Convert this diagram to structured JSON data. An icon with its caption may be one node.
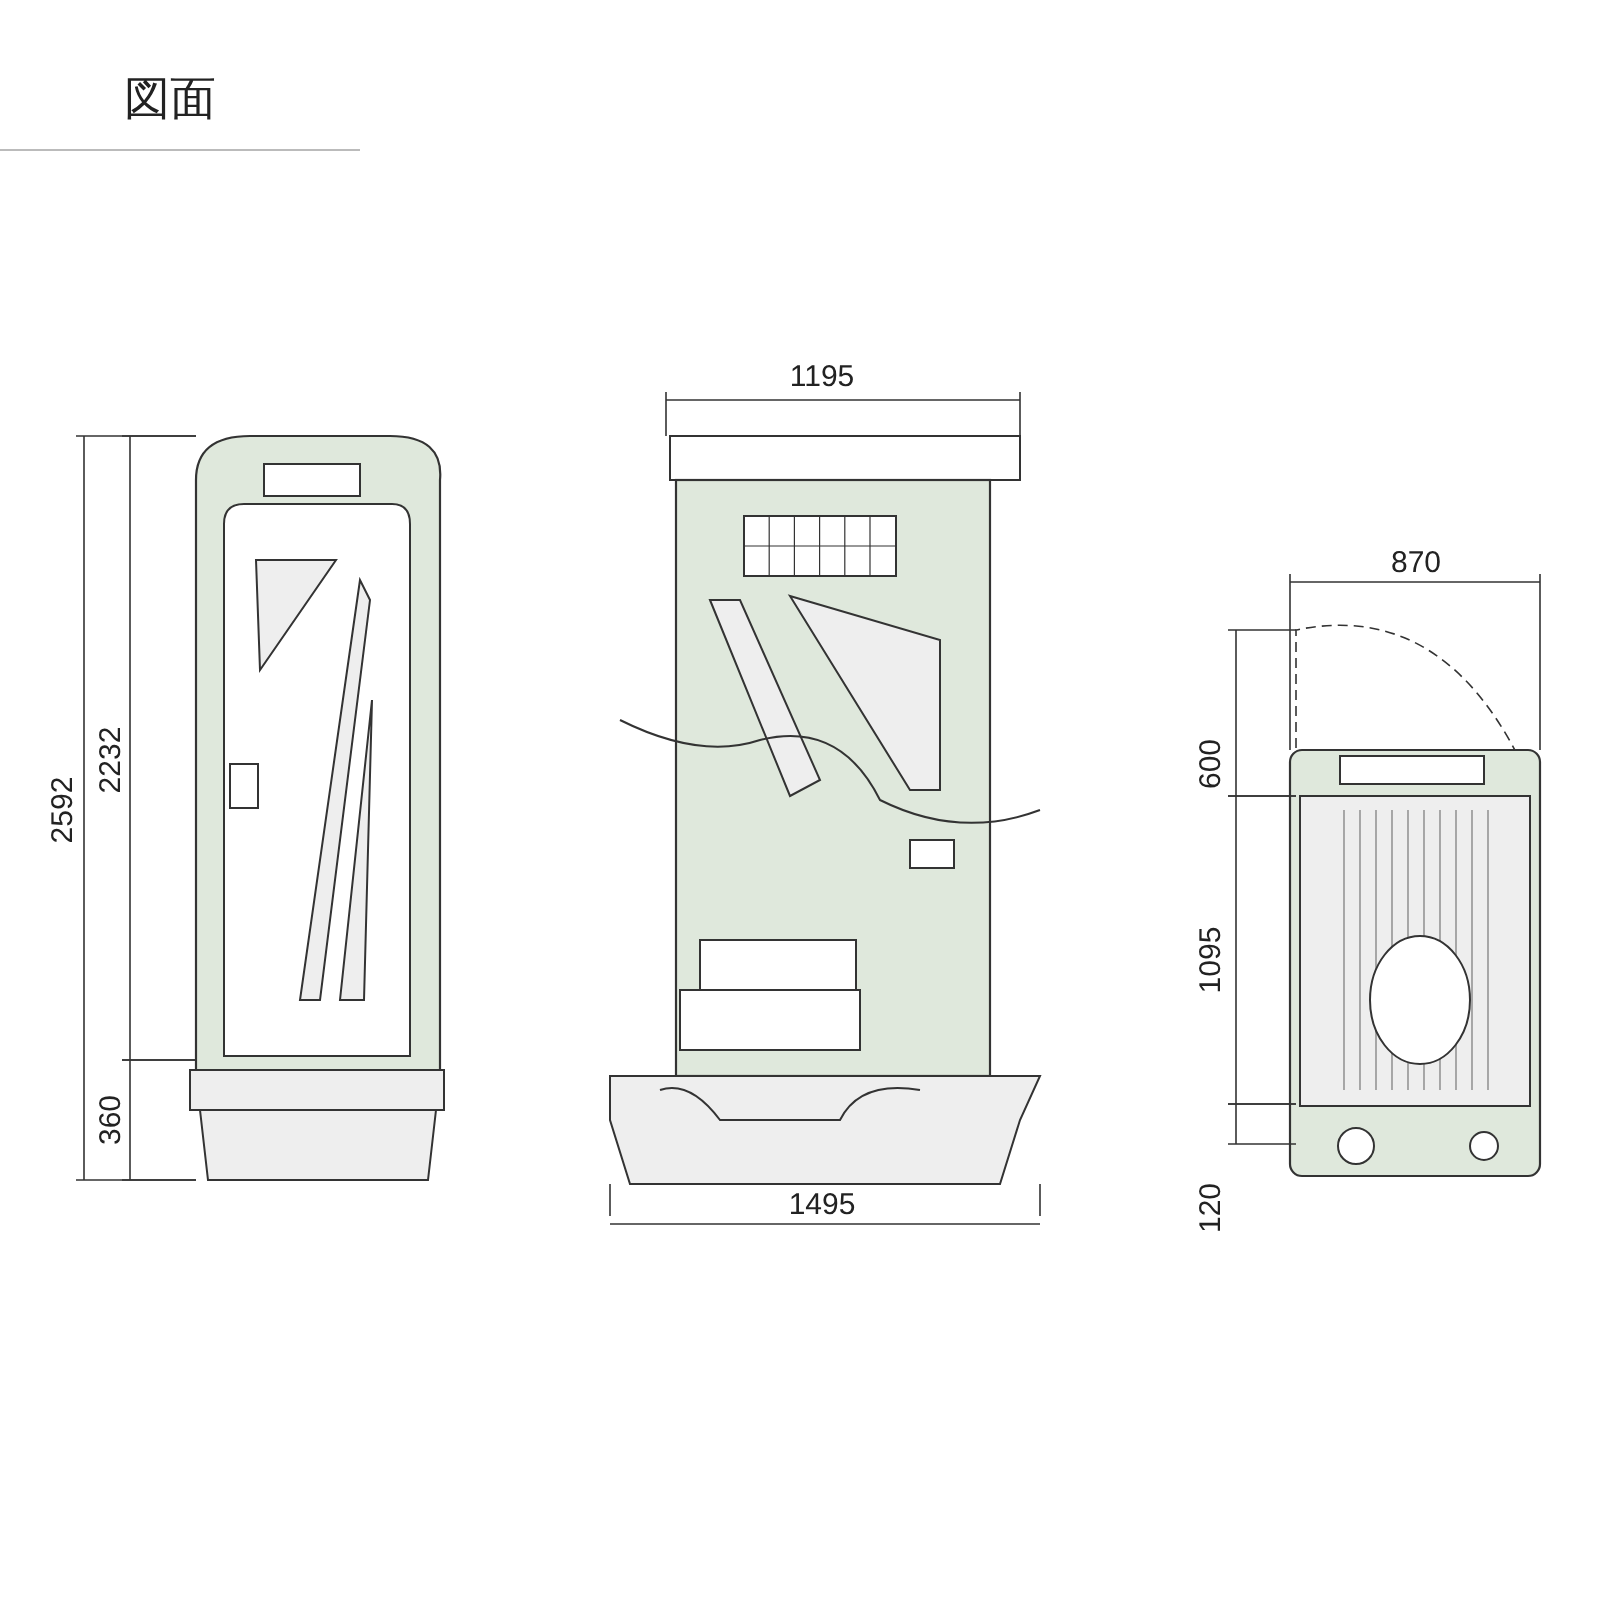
{
  "diagram": {
    "title": "図面",
    "labels": [
      "2592",
      "2232",
      "360",
      "1195",
      "1495",
      "870",
      "600",
      "1095",
      "120"
    ]
  }
}
